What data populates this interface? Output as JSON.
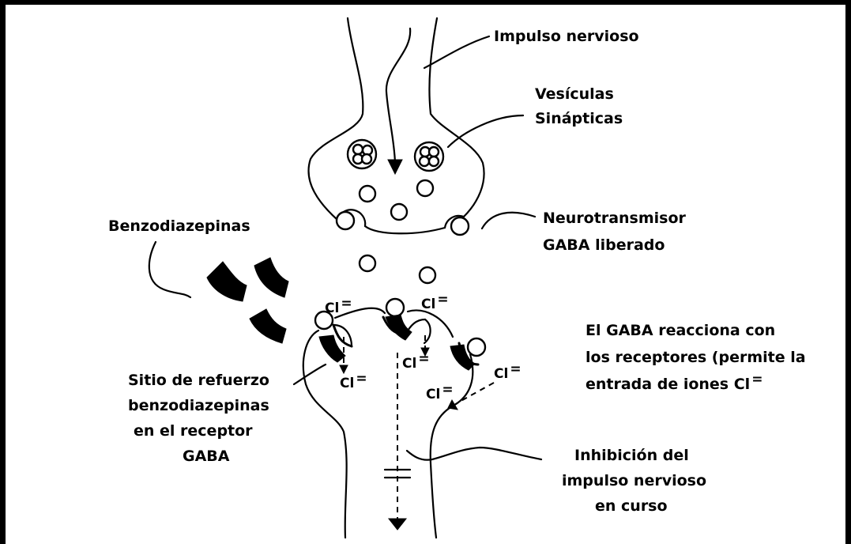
{
  "labels": {
    "impulse": "Impulso nervioso",
    "vesicles_line1": "Vesículas",
    "vesicles_line2": "Sinápticas",
    "benzodiazepines": "Benzodiazepinas",
    "neurotransmitter_line1": "Neurotransmisor",
    "neurotransmitter_line2": "GABA  liberado",
    "gaba_reaction_line1": "El GABA reacciona con",
    "gaba_reaction_line2": "los receptores (permite la",
    "gaba_reaction_line3": "entrada de iones Cl",
    "site_line1": "Sitio de refuerzo",
    "site_line2": "benzodiazepinas",
    "site_line3": "en el receptor",
    "site_line4": "GABA",
    "inhibition_line1": "Inhibición del",
    "inhibition_line2": "impulso nervioso",
    "inhibition_line3": "en curso"
  },
  "ions": {
    "chloride": "Cl",
    "charge": "="
  }
}
